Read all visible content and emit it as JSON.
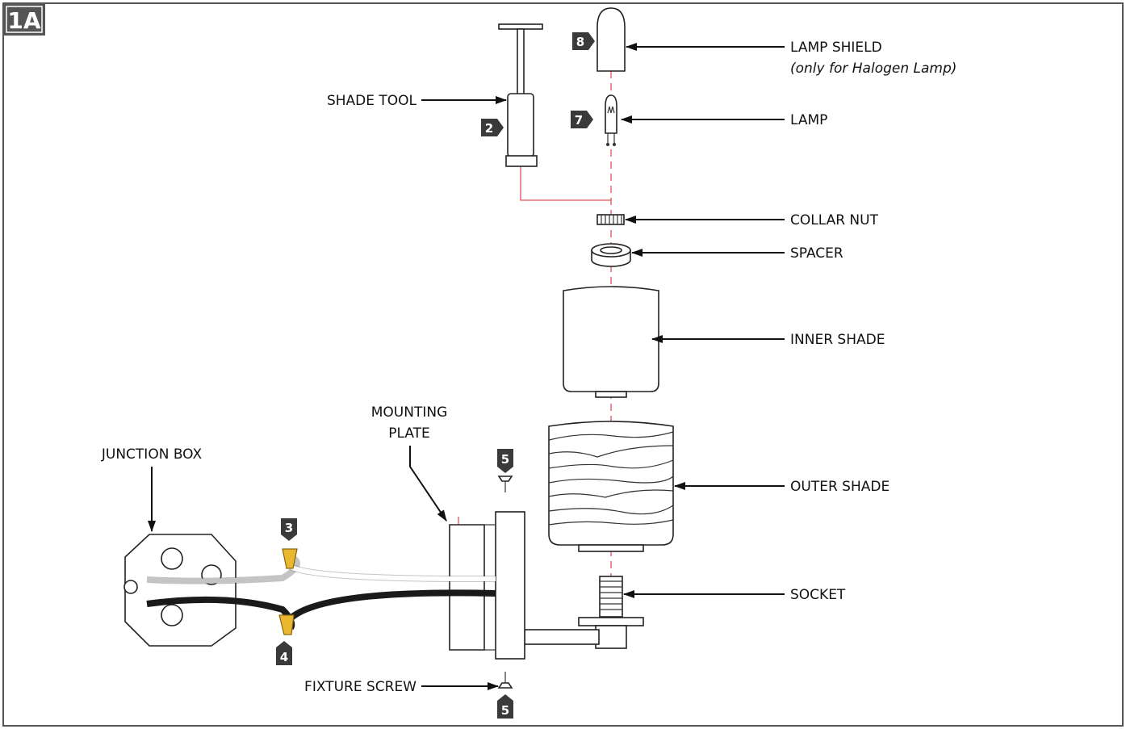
{
  "figure": {
    "tag": "1A"
  },
  "labels": {
    "lamp_shield": "LAMP SHIELD",
    "lamp_shield_note": "(only for Halogen Lamp)",
    "lamp": "LAMP",
    "shade_tool": "SHADE TOOL",
    "collar_nut": "COLLAR NUT",
    "spacer": "SPACER",
    "inner_shade": "INNER SHADE",
    "outer_shade": "OUTER SHADE",
    "socket": "SOCKET",
    "mounting_plate_line1": "MOUNTING",
    "mounting_plate_line2": "PLATE",
    "junction_box": "JUNCTION BOX",
    "fixture_screw": "FIXTURE SCREW"
  },
  "badges": {
    "lamp_shield": "8",
    "lamp": "7",
    "shade_tool": "2",
    "wire_nut_top": "3",
    "wire_nut_bottom": "4",
    "screw_top": "5",
    "screw_bottom": "5"
  },
  "colors": {
    "frame": "#555555",
    "badge": "#3a3a3a",
    "assembly_line": "#e0505a",
    "wire_nut": "#e8b830"
  }
}
